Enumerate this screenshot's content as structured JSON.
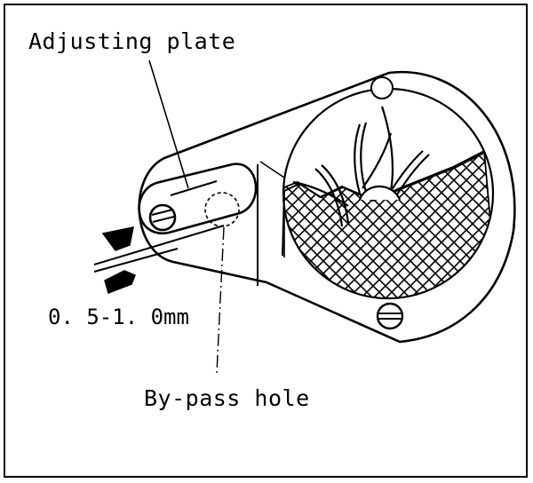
{
  "labels": {
    "adjusting_plate": "Adjusting plate",
    "clearance": "0. 5-1. 0mm",
    "bypass_hole": "By-pass hole"
  },
  "colors": {
    "ink": "#000000",
    "paper": "#ffffff"
  }
}
